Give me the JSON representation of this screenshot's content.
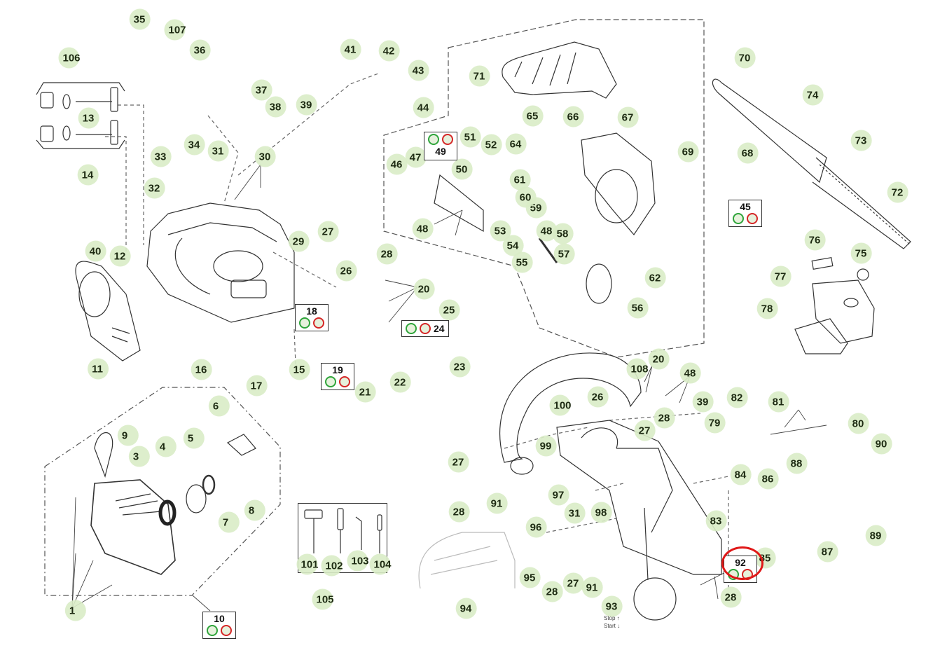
{
  "title": "Chainsaw exploded parts diagram",
  "highlight_color": "#e01818",
  "bubble_color": "#d9ecc6",
  "kit_colors": {
    "green": "#2ea43a",
    "red": "#d52626"
  },
  "labels": {
    "p1": "1",
    "p3": "3",
    "p4": "4",
    "p5": "5",
    "p6": "6",
    "p7": "7",
    "p8": "8",
    "p9": "9",
    "p11": "11",
    "p12": "12",
    "p13": "13",
    "p14": "14",
    "p15": "15",
    "p16": "16",
    "p17": "17",
    "p20a": "20",
    "p20b": "20",
    "p21": "21",
    "p22": "22",
    "p23": "23",
    "p25": "25",
    "p26a": "26",
    "p26b": "26",
    "p27a": "27",
    "p27b": "27",
    "p27c": "27",
    "p27d": "27",
    "p28a": "28",
    "p28b": "28",
    "p28c": "28",
    "p28d": "28",
    "p28e": "28",
    "p29": "29",
    "p30": "30",
    "p31a": "31",
    "p31b": "31",
    "p32": "32",
    "p33": "33",
    "p34": "34",
    "p35": "35",
    "p36": "36",
    "p37": "37",
    "p38": "38",
    "p39a": "39",
    "p39b": "39",
    "p40": "40",
    "p41": "41",
    "p42": "42",
    "p43": "43",
    "p44": "44",
    "p46": "46",
    "p47": "47",
    "p48a": "48",
    "p48b": "48",
    "p48c": "48",
    "p50": "50",
    "p51": "51",
    "p52": "52",
    "p53": "53",
    "p54": "54",
    "p55": "55",
    "p56": "56",
    "p57": "57",
    "p58": "58",
    "p59": "59",
    "p60": "60",
    "p61": "61",
    "p62": "62",
    "p64": "64",
    "p65": "65",
    "p66": "66",
    "p67": "67",
    "p68": "68",
    "p69": "69",
    "p70": "70",
    "p71": "71",
    "p72": "72",
    "p73": "73",
    "p74": "74",
    "p75": "75",
    "p76": "76",
    "p77": "77",
    "p78": "78",
    "p79": "79",
    "p80": "80",
    "p81": "81",
    "p82": "82",
    "p83": "83",
    "p84": "84",
    "p85": "85",
    "p86": "86",
    "p87": "87",
    "p88": "88",
    "p89": "89",
    "p90": "90",
    "p91a": "91",
    "p91b": "91",
    "p93": "93",
    "p94": "94",
    "p95": "95",
    "p96": "96",
    "p97": "97",
    "p98": "98",
    "p99": "99",
    "p100": "100",
    "p101": "101",
    "p102": "102",
    "p103": "103",
    "p104": "104",
    "p105": "105",
    "p106": "106",
    "p107": "107",
    "p108": "108"
  },
  "kits": {
    "k10": "10",
    "k18": "18",
    "k19": "19",
    "k24": "24",
    "k45": "45",
    "k49": "49",
    "k92": "92"
  },
  "stop_label": "Stop ↑",
  "start_label": "Start ↓",
  "highlighted_part": "92"
}
